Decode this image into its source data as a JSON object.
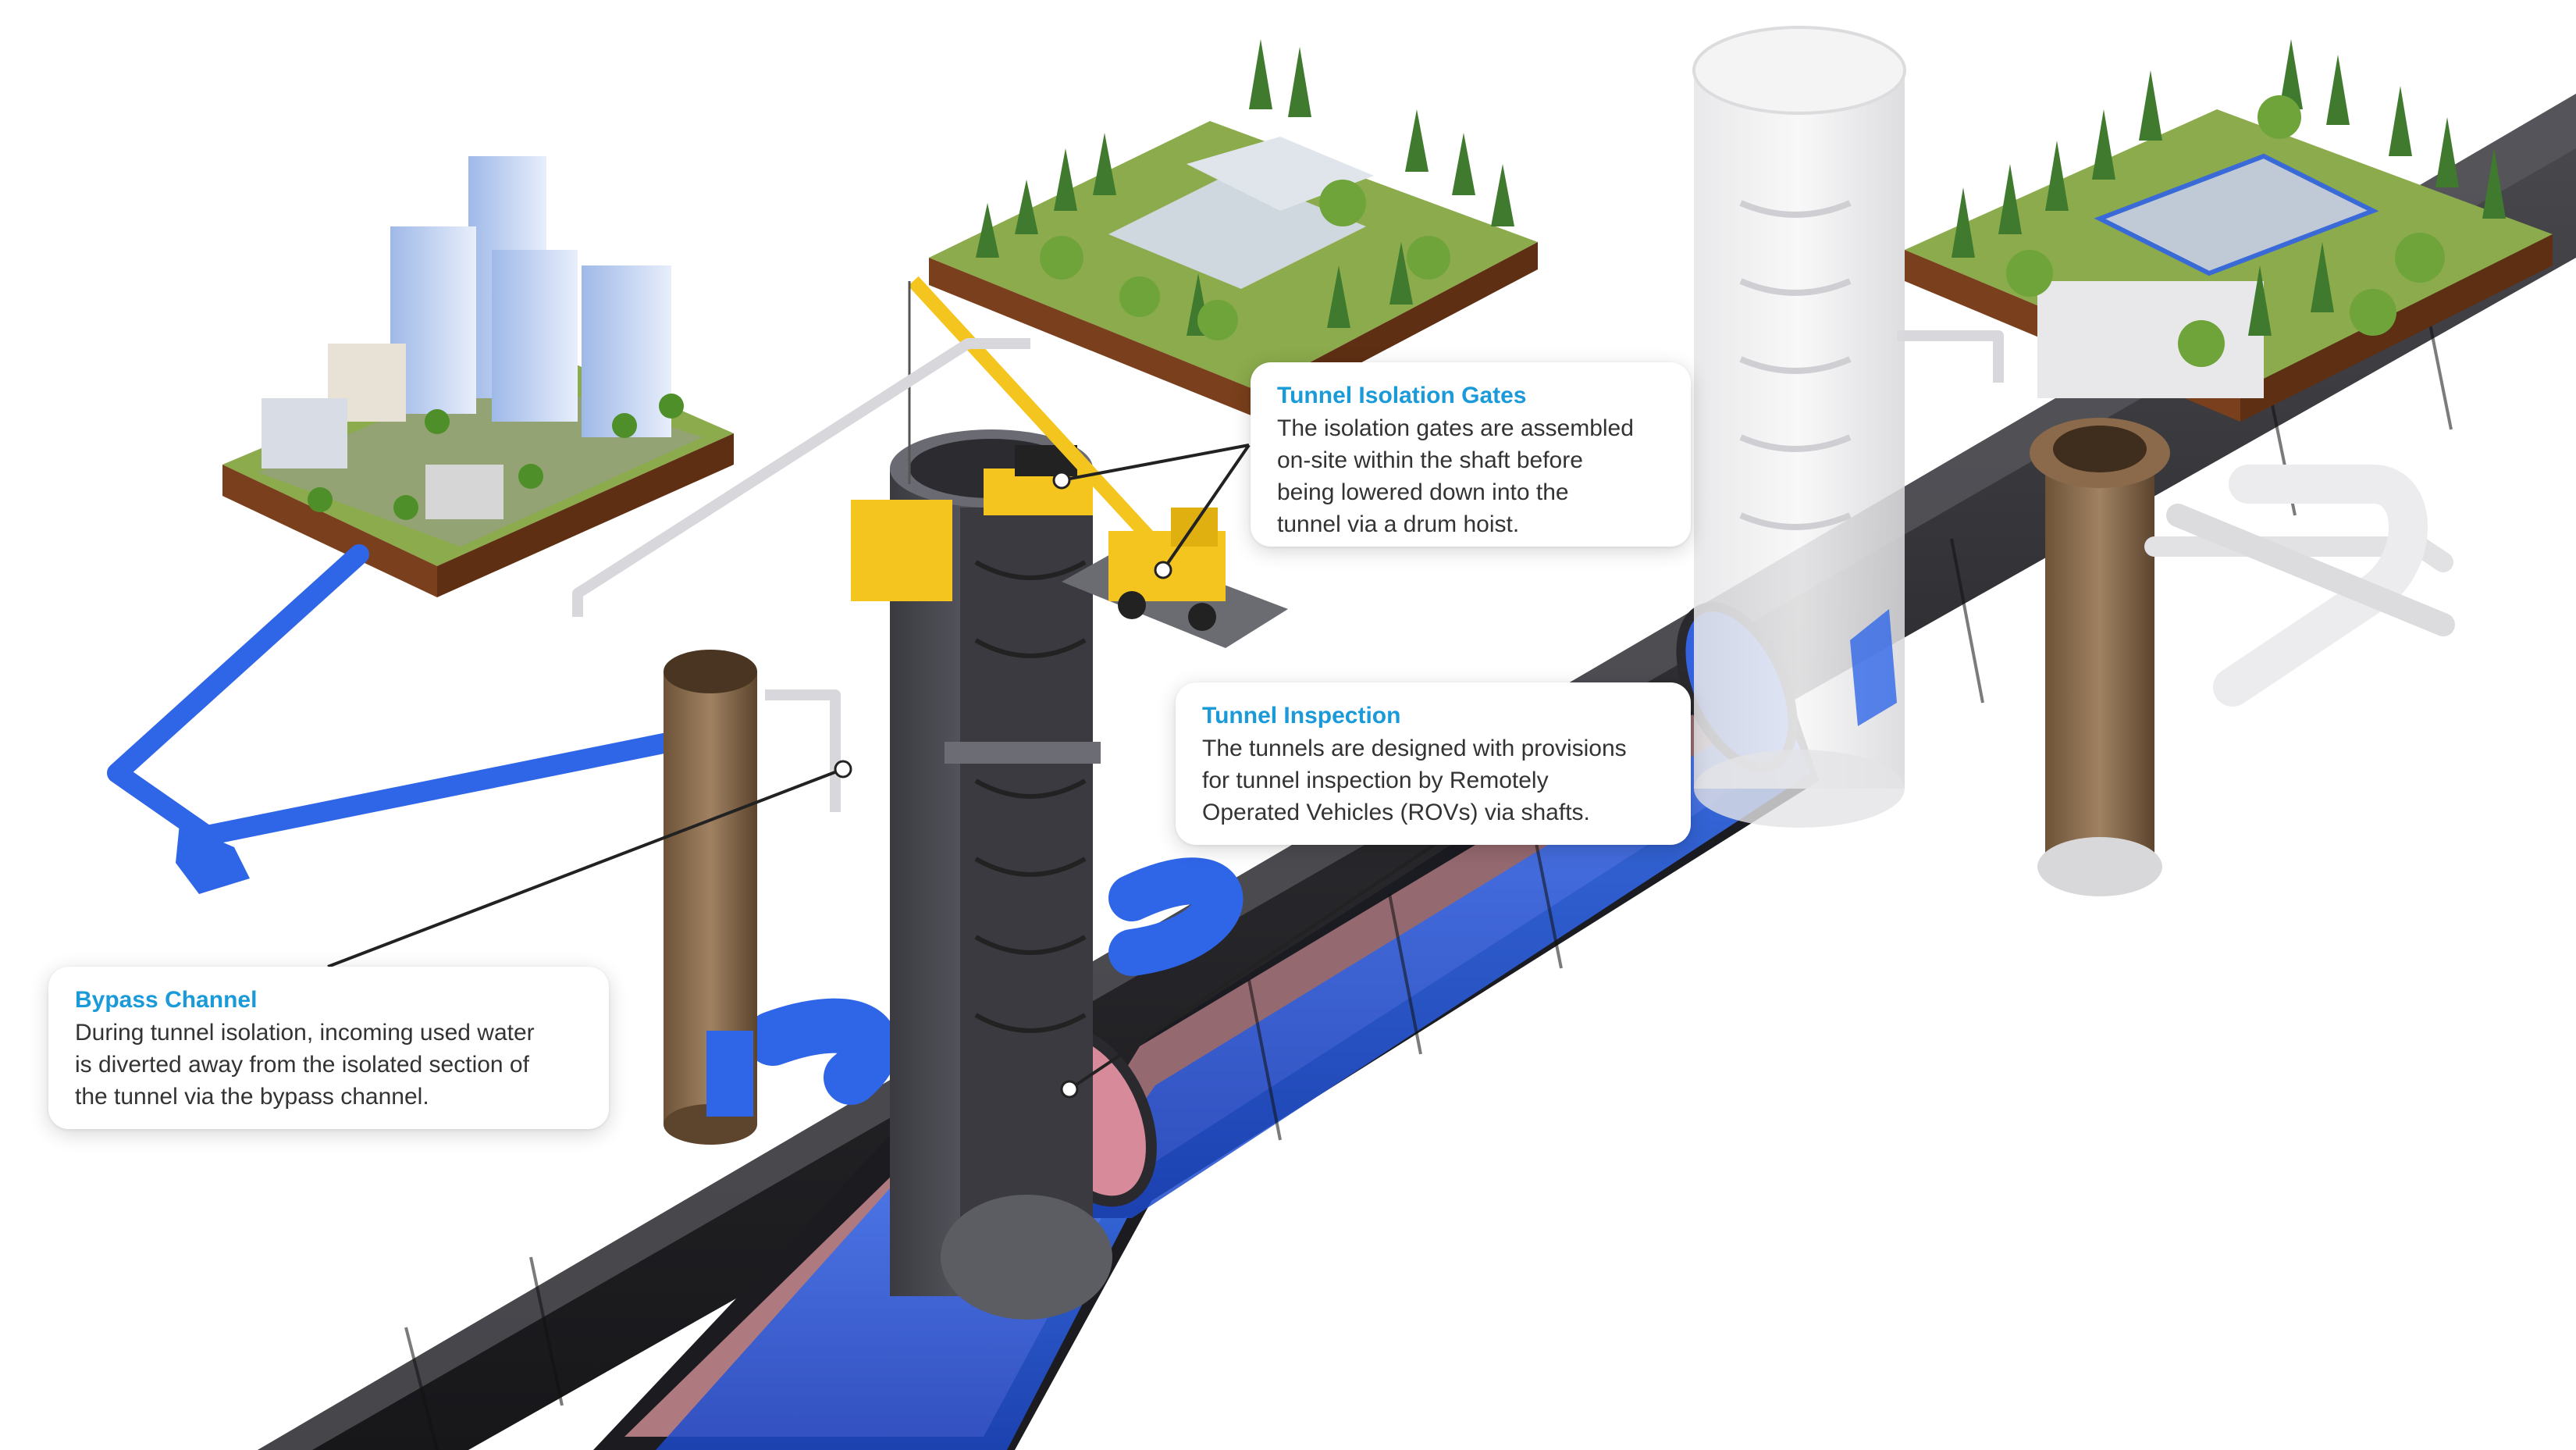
{
  "callouts": {
    "isolation_gates": {
      "title": "Tunnel Isolation Gates",
      "body": "The isolation gates are assembled\non-site within the shaft before\nbeing lowered down into the\ntunnel via a drum hoist."
    },
    "inspection": {
      "title": "Tunnel Inspection",
      "body": "The tunnels are designed with provisions\nfor tunnel inspection by Remotely\nOperated Vehicles (ROVs) via shafts."
    },
    "bypass": {
      "title": "Bypass Channel",
      "body": "During tunnel isolation, incoming used water\nis diverted away from the isolated section of\nthe tunnel via the bypass channel."
    }
  },
  "colors": {
    "title_blue": "#1a9ad9",
    "water_blue": "#2f66e8",
    "tunnel_dark": "#2c2c30",
    "grass": "#7fa63a",
    "soil": "#7a3f1c"
  }
}
